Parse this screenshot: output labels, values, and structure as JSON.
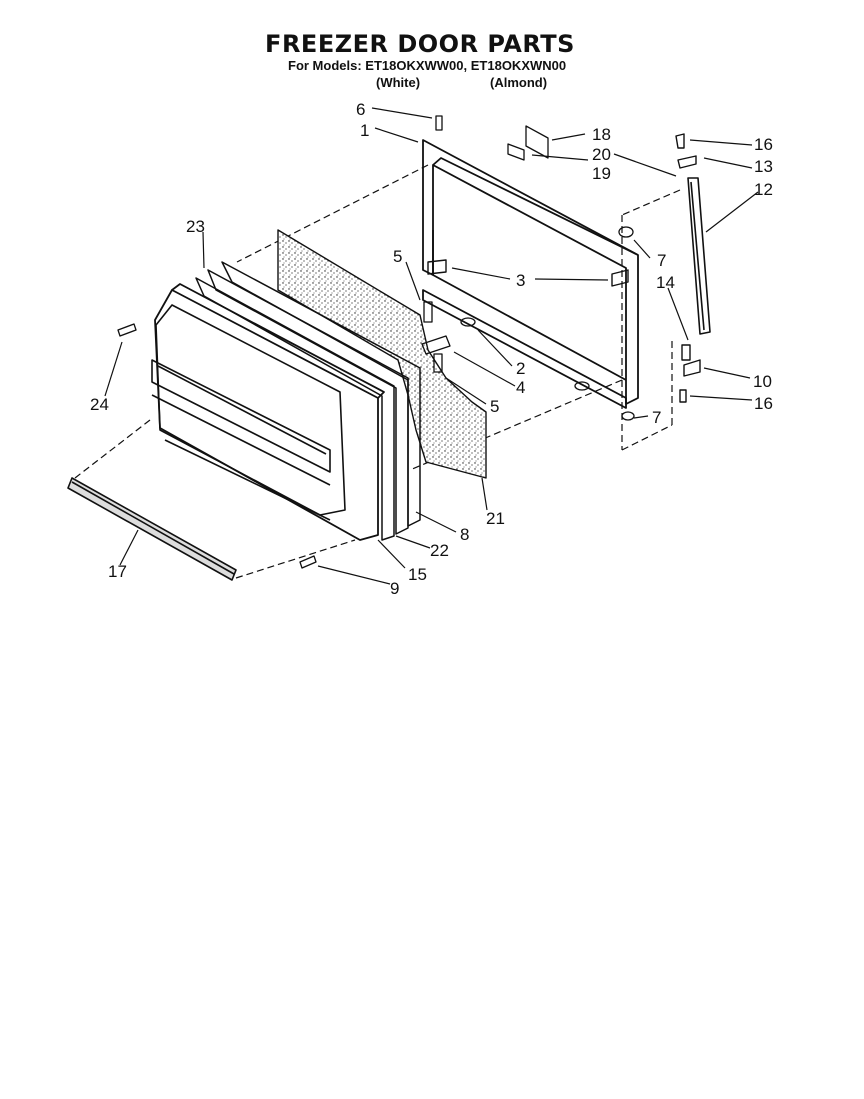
{
  "header": {
    "title": "FREEZER DOOR PARTS",
    "models_line": "For Models: ET18OKXWW00, ET18OKXWN00",
    "variant_white": "(White)",
    "variant_almond": "(Almond)"
  },
  "callouts": [
    {
      "id": "c1",
      "label": "1"
    },
    {
      "id": "c2",
      "label": "2"
    },
    {
      "id": "c3",
      "label": "3"
    },
    {
      "id": "c4",
      "label": "4"
    },
    {
      "id": "c5a",
      "label": "5"
    },
    {
      "id": "c5b",
      "label": "5"
    },
    {
      "id": "c6",
      "label": "6"
    },
    {
      "id": "c7a",
      "label": "7"
    },
    {
      "id": "c7b",
      "label": "7"
    },
    {
      "id": "c8",
      "label": "8"
    },
    {
      "id": "c9",
      "label": "9"
    },
    {
      "id": "c10",
      "label": "10"
    },
    {
      "id": "c12",
      "label": "12"
    },
    {
      "id": "c13",
      "label": "13"
    },
    {
      "id": "c14",
      "label": "14"
    },
    {
      "id": "c15",
      "label": "15"
    },
    {
      "id": "c16a",
      "label": "16"
    },
    {
      "id": "c16b",
      "label": "16"
    },
    {
      "id": "c17",
      "label": "17"
    },
    {
      "id": "c18",
      "label": "18"
    },
    {
      "id": "c19",
      "label": "19"
    },
    {
      "id": "c20",
      "label": "20"
    },
    {
      "id": "c21",
      "label": "21"
    },
    {
      "id": "c22",
      "label": "22"
    },
    {
      "id": "c23",
      "label": "23"
    },
    {
      "id": "c24",
      "label": "24"
    }
  ]
}
